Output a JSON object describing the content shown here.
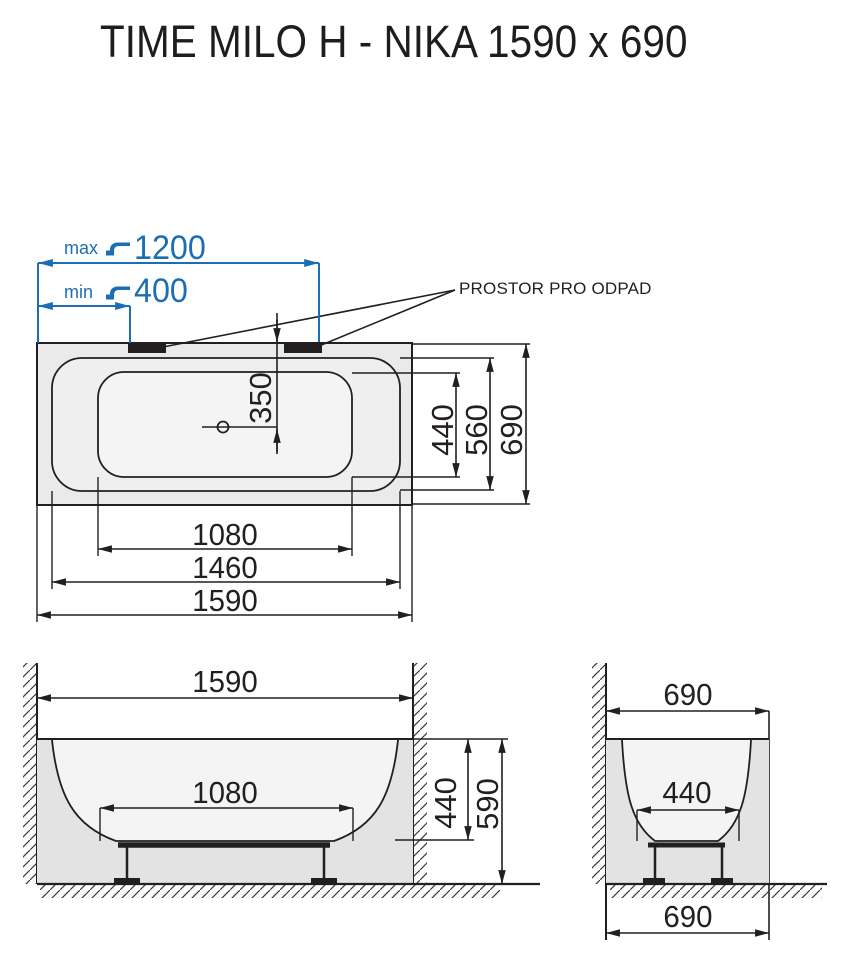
{
  "title": "TIME MILO H - NIKA 1590 x 690",
  "colors": {
    "line": "#231f20",
    "blue": "#1b6eb3",
    "shell_fill": "#e3e3e3",
    "basin_fill": "#f4f4f4"
  },
  "top_view": {
    "faucet_max": {
      "label": "max",
      "value": "1200"
    },
    "faucet_min": {
      "label": "min",
      "value": "400"
    },
    "drain_note": "PROSTOR PRO ODPAD",
    "dim_drain_offset": "350",
    "dim_basin_width": "440",
    "dim_inner_width": "560",
    "dim_overall_width": "690",
    "dim_basin_length": "1080",
    "dim_inner_length": "1460",
    "dim_overall_length": "1590"
  },
  "front_view": {
    "dim_overall_length": "1590",
    "dim_bottom_length": "1080",
    "dim_inner_depth": "440",
    "dim_overall_height": "590"
  },
  "side_view": {
    "dim_overall_width": "690",
    "dim_bottom_width": "440",
    "dim_footprint_width": "690"
  }
}
